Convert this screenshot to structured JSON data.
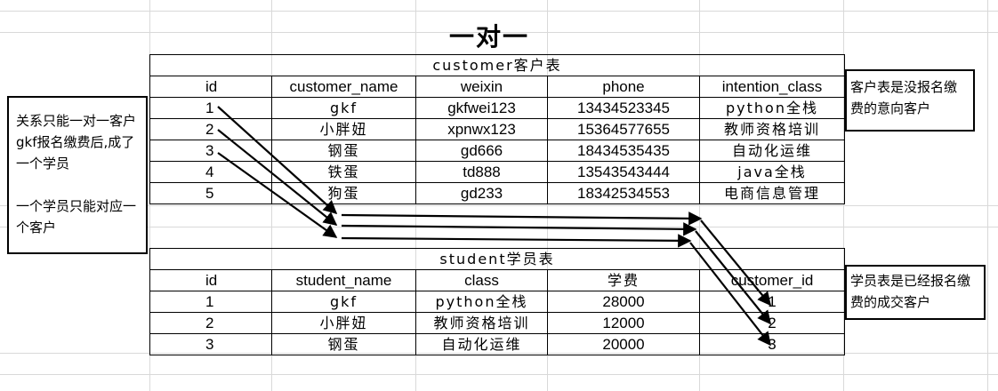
{
  "title": "一对一",
  "customer_table": {
    "caption": "customer客户表",
    "headers": [
      "id",
      "customer_name",
      "weixin",
      "phone",
      "intention_class"
    ],
    "rows": [
      [
        "1",
        "gkf",
        "gkfwei123",
        "13434523345",
        "python全栈"
      ],
      [
        "2",
        "小胖妞",
        "xpnwx123",
        "15364577655",
        "教师资格培训"
      ],
      [
        "3",
        "钢蛋",
        "gd666",
        "18434535435",
        "自动化运维"
      ],
      [
        "4",
        "铁蛋",
        "td888",
        "13543543444",
        "java全栈"
      ],
      [
        "5",
        "狗蛋",
        "gd233",
        "18342534553",
        "电商信息管理"
      ]
    ]
  },
  "student_table": {
    "caption": "student学员表",
    "headers": [
      "id",
      "student_name",
      "class",
      "学费",
      "customer_id"
    ],
    "rows": [
      [
        "1",
        "gkf",
        "python全栈",
        "28000",
        "1"
      ],
      [
        "2",
        "小胖妞",
        "教师资格培训",
        "12000",
        "2"
      ],
      [
        "3",
        "钢蛋",
        "自动化运维",
        "20000",
        "3"
      ]
    ]
  },
  "notes": {
    "relation": [
      "关系只能一对一客户gkf报名缴费后,成了一个学员",
      "一个学员只能对应一个客户"
    ],
    "customer": "客户表是没报名缴费的意向客户",
    "student": "学员表是已经报名缴费的成交客户"
  }
}
